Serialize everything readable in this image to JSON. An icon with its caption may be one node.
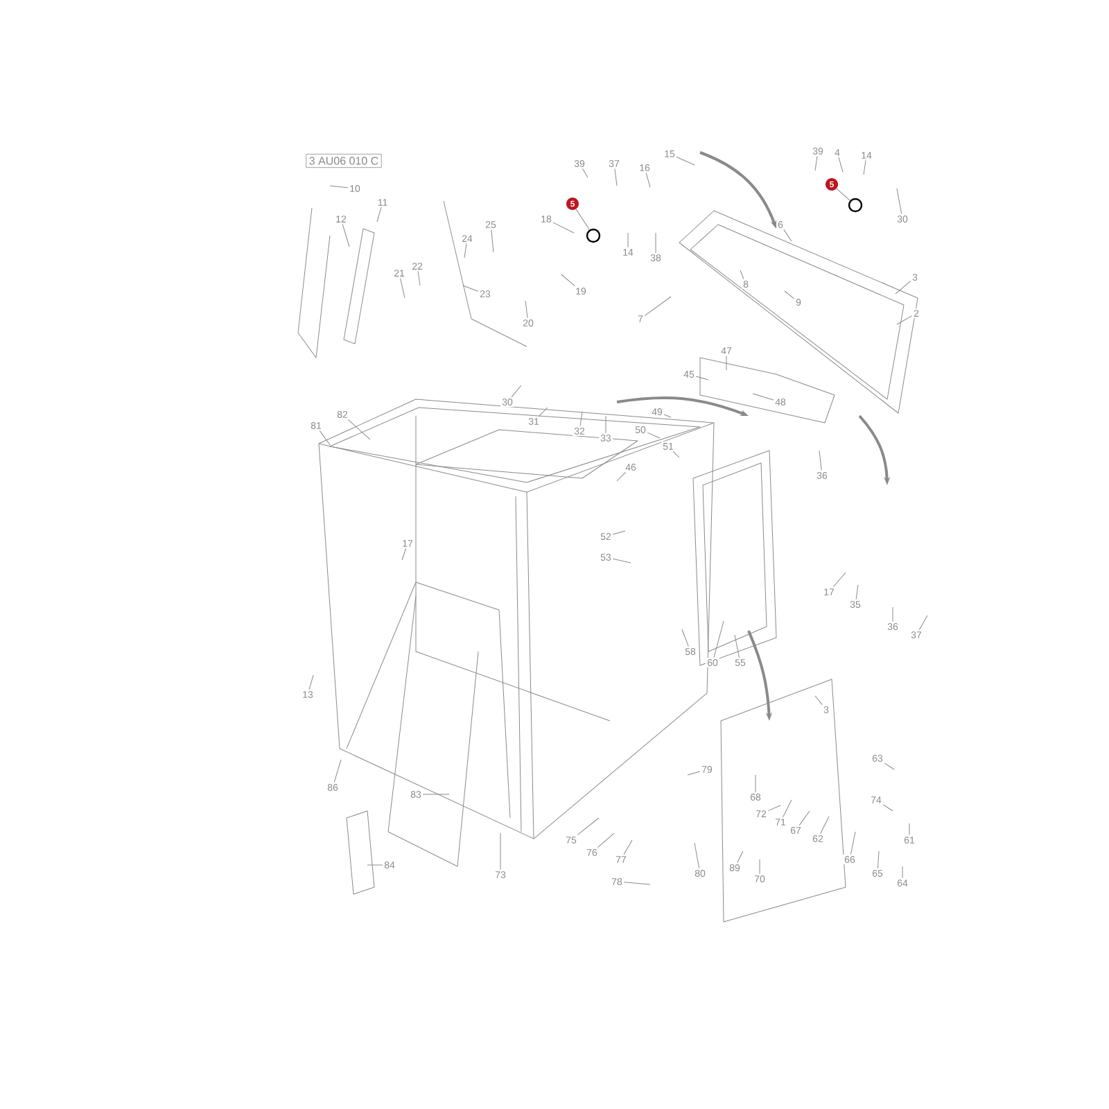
{
  "diagram": {
    "nodes": [
      {
        "text": [
          "3 AU06 010 C"
        ]
      },
      {
        "text": [
          "10"
        ]
      },
      {
        "text": [
          "11"
        ]
      },
      {
        "text": [
          "12"
        ]
      },
      {
        "text": [
          "39"
        ]
      },
      {
        "text": [
          "37"
        ]
      },
      {
        "text": [
          "15"
        ]
      },
      {
        "text": [
          "16"
        ]
      },
      {
        "text": [
          "39"
        ]
      },
      {
        "text": [
          "4"
        ]
      },
      {
        "text": [
          "14"
        ]
      },
      {
        "text": [
          "5"
        ]
      },
      {
        "text": [
          "5"
        ]
      },
      {
        "text": [
          "18"
        ]
      },
      {
        "text": [
          "25"
        ]
      },
      {
        "text": [
          "24"
        ]
      },
      {
        "text": [
          "30"
        ]
      },
      {
        "text": [
          "6"
        ]
      },
      {
        "text": [
          "14"
        ]
      },
      {
        "text": [
          "38"
        ]
      },
      {
        "text": [
          "22"
        ]
      },
      {
        "text": [
          "21"
        ]
      },
      {
        "text": [
          "3"
        ]
      },
      {
        "text": [
          "8"
        ]
      },
      {
        "text": [
          "19"
        ]
      },
      {
        "text": [
          "23"
        ]
      },
      {
        "text": [
          "9"
        ]
      },
      {
        "text": [
          "2"
        ]
      },
      {
        "text": [
          "7"
        ]
      },
      {
        "text": [
          "20"
        ]
      },
      {
        "text": [
          "47"
        ]
      },
      {
        "text": [
          "45"
        ]
      },
      {
        "text": [
          "30"
        ]
      },
      {
        "text": [
          "49"
        ]
      },
      {
        "text": [
          "48"
        ]
      },
      {
        "text": [
          "82"
        ]
      },
      {
        "text": [
          "31"
        ]
      },
      {
        "text": [
          "81"
        ]
      },
      {
        "text": [
          "50"
        ]
      },
      {
        "text": [
          "32"
        ]
      },
      {
        "text": [
          "33"
        ]
      },
      {
        "text": [
          "51"
        ]
      },
      {
        "text": [
          "46"
        ]
      },
      {
        "text": [
          "36"
        ]
      },
      {
        "text": [
          "17"
        ]
      },
      {
        "text": [
          "52"
        ]
      },
      {
        "text": [
          "53"
        ]
      },
      {
        "text": [
          "17"
        ]
      },
      {
        "text": [
          "35"
        ]
      },
      {
        "text": [
          "36"
        ]
      },
      {
        "text": [
          "37"
        ]
      },
      {
        "text": [
          "58"
        ]
      },
      {
        "text": [
          "60"
        ]
      },
      {
        "text": [
          "55"
        ]
      },
      {
        "text": [
          "13"
        ]
      },
      {
        "text": [
          "3"
        ]
      },
      {
        "text": [
          "79"
        ]
      },
      {
        "text": [
          "63"
        ]
      },
      {
        "text": [
          "86"
        ]
      },
      {
        "text": [
          "83"
        ]
      },
      {
        "text": [
          "68"
        ]
      },
      {
        "text": [
          "74"
        ]
      },
      {
        "text": [
          "72"
        ]
      },
      {
        "text": [
          "71"
        ]
      },
      {
        "text": [
          "67"
        ]
      },
      {
        "text": [
          "62"
        ]
      },
      {
        "text": [
          "75"
        ]
      },
      {
        "text": [
          "76"
        ]
      },
      {
        "text": [
          "77"
        ]
      },
      {
        "text": [
          "66"
        ]
      },
      {
        "text": [
          "61"
        ]
      },
      {
        "text": [
          "84"
        ]
      },
      {
        "text": [
          "89"
        ]
      },
      {
        "text": [
          "80"
        ]
      },
      {
        "text": [
          "73"
        ]
      },
      {
        "text": [
          "65"
        ]
      },
      {
        "text": [
          "70"
        ]
      },
      {
        "text": [
          "78"
        ]
      },
      {
        "text": [
          "64"
        ]
      },
      {
        "text": [],
        "shape": "circle"
      },
      {
        "text": [],
        "shape": "circle"
      }
    ],
    "edges": [
      {
        "from": 1,
        "to": null,
        "arrow": "none"
      },
      {
        "from": 2,
        "to": null,
        "arrow": "none"
      },
      {
        "from": 3,
        "to": null,
        "arrow": "none"
      },
      {
        "from": 4,
        "to": null,
        "arrow": "none"
      },
      {
        "from": 5,
        "to": null,
        "arrow": "none"
      },
      {
        "from": 6,
        "to": null,
        "arrow": "none"
      },
      {
        "from": 7,
        "to": null,
        "arrow": "none"
      },
      {
        "from": 8,
        "to": null,
        "arrow": "none"
      },
      {
        "from": 9,
        "to": null,
        "arrow": "none"
      },
      {
        "from": 10,
        "to": null,
        "arrow": "none"
      },
      {
        "from": 11,
        "to": 79,
        "arrow": "none"
      },
      {
        "from": 12,
        "to": 80,
        "arrow": "none"
      },
      {
        "from": 13,
        "to": null,
        "arrow": "none"
      },
      {
        "from": 14,
        "to": null,
        "arrow": "none"
      },
      {
        "from": 15,
        "to": null,
        "arrow": "none"
      },
      {
        "from": 16,
        "to": null,
        "arrow": "none"
      },
      {
        "from": 17,
        "to": null,
        "arrow": "none"
      },
      {
        "from": 18,
        "to": null,
        "arrow": "none"
      },
      {
        "from": 19,
        "to": null,
        "arrow": "none"
      },
      {
        "from": 20,
        "to": null,
        "arrow": "none"
      },
      {
        "from": 21,
        "to": null,
        "arrow": "none"
      },
      {
        "from": 22,
        "to": null,
        "arrow": "none"
      },
      {
        "from": 23,
        "to": null,
        "arrow": "none"
      },
      {
        "from": 24,
        "to": null,
        "arrow": "none"
      },
      {
        "from": 25,
        "to": null,
        "arrow": "none"
      },
      {
        "from": 26,
        "to": null,
        "arrow": "none"
      },
      {
        "from": 27,
        "to": null,
        "arrow": "none"
      },
      {
        "from": 28,
        "to": null,
        "arrow": "none"
      },
      {
        "from": 29,
        "to": null,
        "arrow": "none"
      },
      {
        "from": 30,
        "to": null,
        "arrow": "none"
      },
      {
        "from": 31,
        "to": null,
        "arrow": "none"
      },
      {
        "from": 32,
        "to": null,
        "arrow": "none"
      },
      {
        "from": 33,
        "to": null,
        "arrow": "none"
      },
      {
        "from": 34,
        "to": null,
        "arrow": "none"
      },
      {
        "from": 35,
        "to": null,
        "arrow": "none"
      },
      {
        "from": 36,
        "to": null,
        "arrow": "none"
      },
      {
        "from": 37,
        "to": null,
        "arrow": "none"
      },
      {
        "from": 38,
        "to": null,
        "arrow": "none"
      },
      {
        "from": 39,
        "to": null,
        "arrow": "none"
      },
      {
        "from": 40,
        "to": null,
        "arrow": "none"
      },
      {
        "from": 41,
        "to": null,
        "arrow": "none"
      },
      {
        "from": 42,
        "to": null,
        "arrow": "none"
      },
      {
        "from": 43,
        "to": null,
        "arrow": "none"
      },
      {
        "from": 44,
        "to": null,
        "arrow": "none"
      },
      {
        "from": 45,
        "to": null,
        "arrow": "none"
      },
      {
        "from": 46,
        "to": null,
        "arrow": "none"
      },
      {
        "from": 47,
        "to": null,
        "arrow": "none"
      },
      {
        "from": 48,
        "to": null,
        "arrow": "none"
      },
      {
        "from": 49,
        "to": null,
        "arrow": "none"
      },
      {
        "from": 50,
        "to": null,
        "arrow": "none"
      },
      {
        "from": 51,
        "to": null,
        "arrow": "none"
      },
      {
        "from": 52,
        "to": null,
        "arrow": "none"
      },
      {
        "from": 53,
        "to": null,
        "arrow": "none"
      },
      {
        "from": 54,
        "to": null,
        "arrow": "none"
      },
      {
        "from": 55,
        "to": null,
        "arrow": "none"
      },
      {
        "from": 56,
        "to": null,
        "arrow": "none"
      },
      {
        "from": 57,
        "to": null,
        "arrow": "none"
      },
      {
        "from": 58,
        "to": null,
        "arrow": "none"
      },
      {
        "from": 59,
        "to": null,
        "arrow": "none"
      },
      {
        "from": 60,
        "to": null,
        "arrow": "none"
      },
      {
        "from": 61,
        "to": null,
        "arrow": "none"
      },
      {
        "from": 62,
        "to": null,
        "arrow": "none"
      },
      {
        "from": 63,
        "to": null,
        "arrow": "none"
      },
      {
        "from": 64,
        "to": null,
        "arrow": "none"
      },
      {
        "from": 65,
        "to": null,
        "arrow": "none"
      },
      {
        "from": 66,
        "to": null,
        "arrow": "none"
      },
      {
        "from": 67,
        "to": null,
        "arrow": "none"
      },
      {
        "from": 68,
        "to": null,
        "arrow": "none"
      },
      {
        "from": 69,
        "to": null,
        "arrow": "none"
      },
      {
        "from": 70,
        "to": null,
        "arrow": "none"
      },
      {
        "from": 71,
        "to": null,
        "arrow": "none"
      },
      {
        "from": 72,
        "to": null,
        "arrow": "none"
      },
      {
        "from": 73,
        "to": null,
        "arrow": "none"
      },
      {
        "from": 74,
        "to": null,
        "arrow": "none"
      },
      {
        "from": 75,
        "to": null,
        "arrow": "none"
      },
      {
        "from": 76,
        "to": null,
        "arrow": "none"
      },
      {
        "from": 77,
        "to": null,
        "arrow": "none"
      },
      {
        "from": 78,
        "to": null,
        "arrow": "none"
      }
    ]
  }
}
